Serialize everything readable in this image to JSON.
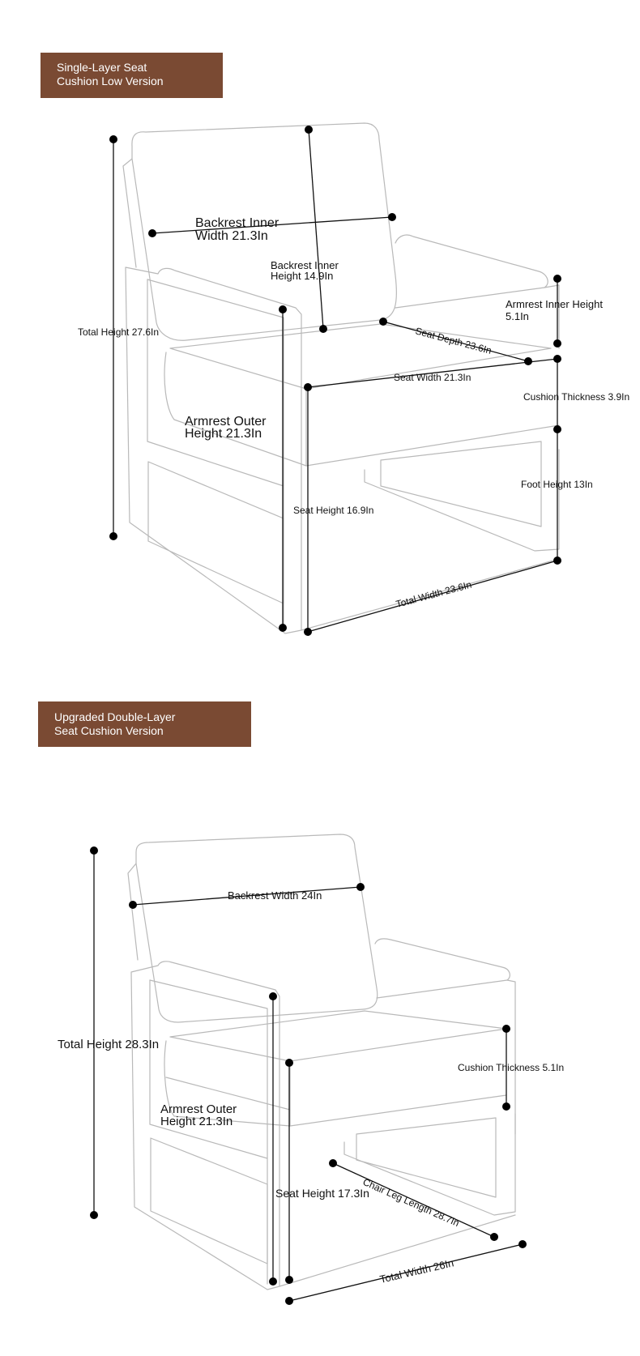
{
  "colors": {
    "badge_bg": "#7a4a33",
    "outline": "#b9b9b9",
    "dimension": "#111111"
  },
  "versions": [
    {
      "badge": {
        "line1": "Single-Layer Seat",
        "line2": "Cushion Low Version"
      },
      "dimensions": {
        "backrest_inner_width": {
          "line1": "Backrest Inner",
          "line2": "Width 21.3In"
        },
        "backrest_inner_height": {
          "line1": "Backrest Inner",
          "line2": "Height 14.9In"
        },
        "total_height": "Total Height 27.6In",
        "armrest_inner_height": {
          "line1": "Armrest Inner Height",
          "line2": "5.1In"
        },
        "seat_depth": "Seat Depth 23.6In",
        "seat_width": "Seat Width 21.3In",
        "cushion_thickness": "Cushion Thickness 3.9In",
        "armrest_outer_height": {
          "line1": "Armrest Outer",
          "line2": "Height 21.3In"
        },
        "foot_height": "Foot Height 13In",
        "seat_height": "Seat Height 16.9In",
        "total_width": "Total Width 23.6In"
      }
    },
    {
      "badge": {
        "line1": "Upgraded Double-Layer",
        "line2": "Seat Cushion Version"
      },
      "dimensions": {
        "backrest_width": "Backrest Width 24In",
        "total_height": "Total Height 28.3In",
        "cushion_thickness": "Cushion Thickness 5.1In",
        "armrest_outer_height": {
          "line1": "Armrest Outer",
          "line2": "Height 21.3In"
        },
        "seat_height": "Seat Height 17.3In",
        "chair_leg_length": "Chair Leg Length 28.7In",
        "total_width": "Total Width 26In"
      }
    }
  ]
}
